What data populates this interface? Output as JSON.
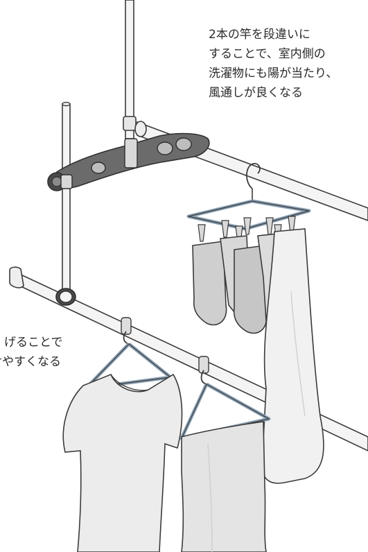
{
  "captions": {
    "upper": {
      "lines": [
        "2本の竿を段違いに",
        "することで、室内側の",
        "洗濯物にも陽が当たり、",
        "風通しが良くなる"
      ]
    },
    "lower": {
      "lines": [
        "げることで",
        "けやすくなる"
      ]
    }
  },
  "colors": {
    "outline": "#3a3a3a",
    "pole_fill": "#f4f4f4",
    "cloth_fill": "#eaeaea",
    "cloth_shade": "#cfcfcf",
    "bracket_fill": "#5a5a5a",
    "hanger_blue": "#8aa0b4",
    "text": "#2a2a2a"
  }
}
